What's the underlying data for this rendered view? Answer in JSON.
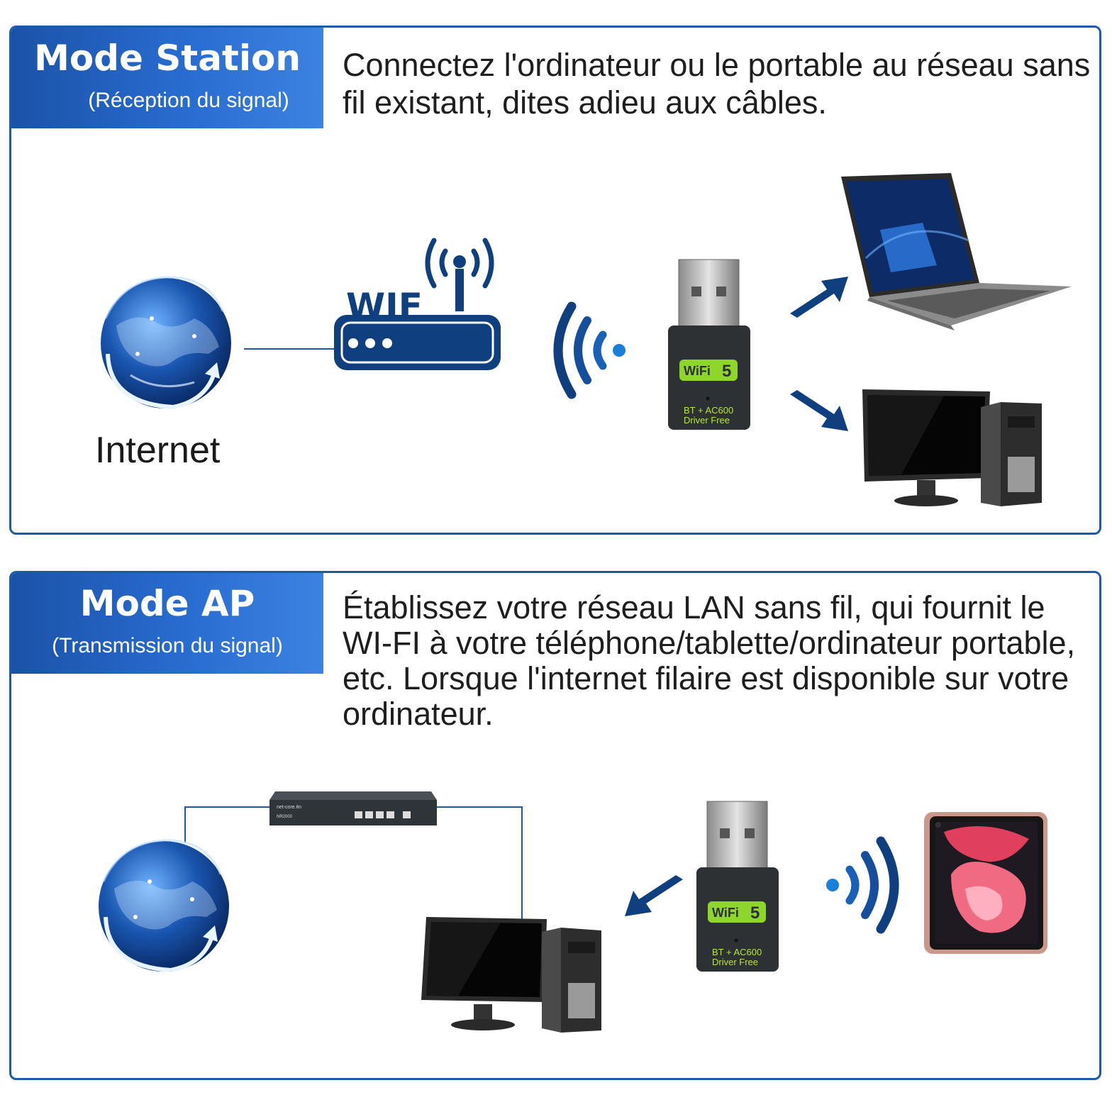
{
  "station": {
    "title": "Mode Station",
    "subtitle": "(Réception du signal)",
    "description": "Connectez l'ordinateur ou le portable au réseau sans fil existant, dites adieu aux câbles.",
    "internet_label": "Internet",
    "router_label": "WIF",
    "dongle": {
      "badge_text": "WiFi",
      "badge_number": "5",
      "line1": "BT + AC600",
      "line2": "Driver Free"
    }
  },
  "ap": {
    "title": "Mode AP",
    "subtitle": "(Transmission du signal)",
    "description": "Établissez votre réseau LAN sans fil, qui fournit le WI-FI à votre téléphone/tablette/ordinateur portable, etc. Lorsque l'internet filaire est disponible sur votre ordinateur.",
    "switch_brand": "net-core.itn",
    "switch_model": "NR2000",
    "dongle": {
      "badge_text": "WiFi",
      "badge_number": "5",
      "line1": "BT + AC600",
      "line2": "Driver Free"
    }
  },
  "colors": {
    "frame": "#1f5aa8",
    "header": "#2a6ed3",
    "arrow": "#0f3f7f",
    "globe": "#1a56b0",
    "dongle_accent": "#8fd62b"
  },
  "icons": [
    "globe-icon",
    "router-icon",
    "wifi-signal-icon",
    "usb-dongle-icon",
    "arrow-icon",
    "laptop-icon",
    "desktop-computer-icon",
    "network-switch-icon",
    "tablet-icon"
  ]
}
